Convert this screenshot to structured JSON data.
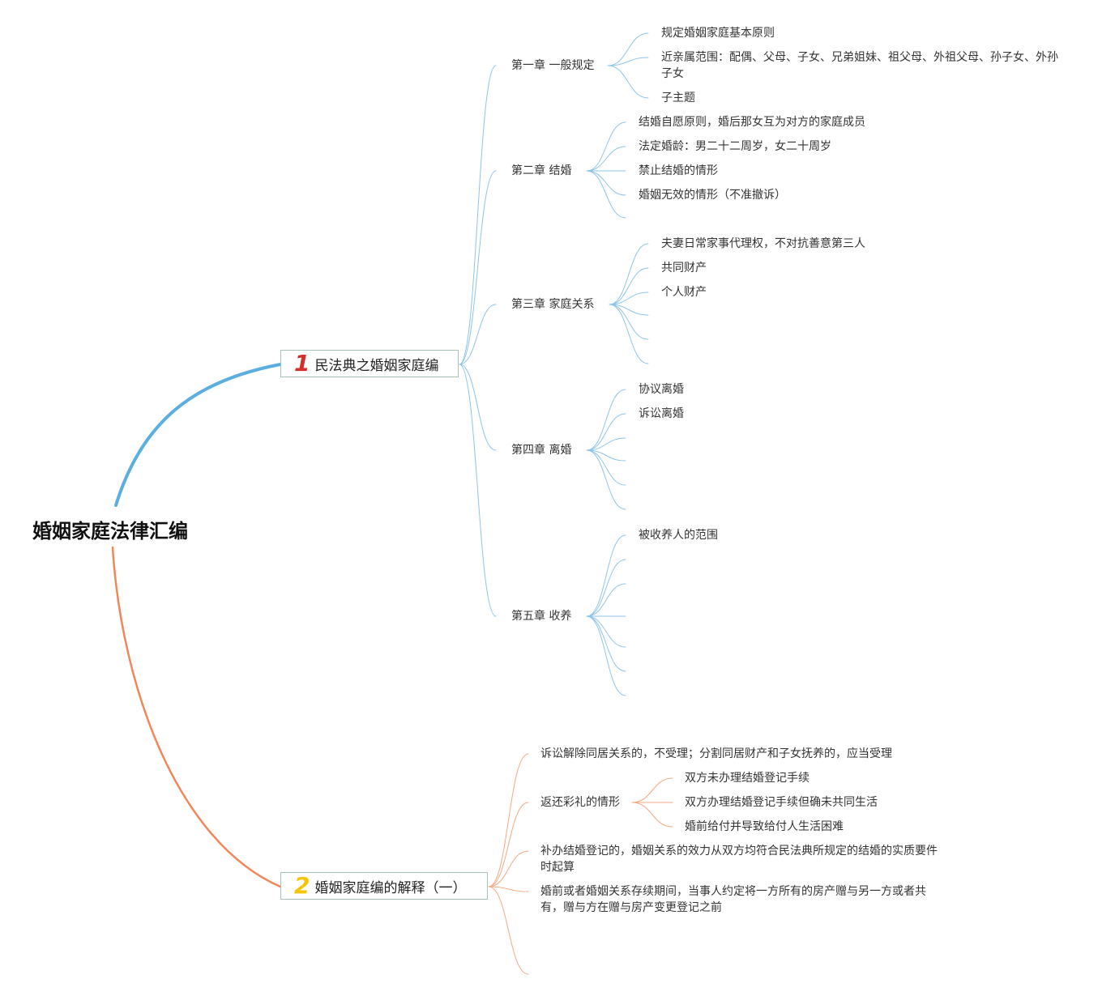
{
  "colors": {
    "blue": "#5aaee0",
    "blue_light": "#8ec5e8",
    "orange": "#f0875a",
    "orange_light": "#f3a986"
  },
  "root": {
    "title": "婚姻家庭法律汇编"
  },
  "branches": [
    {
      "badge": "1",
      "badge_color": "#d32f2f",
      "title": "民法典之婚姻家庭编",
      "chapters": [
        {
          "title": "第一章  一般规定",
          "items": [
            "规定婚姻家庭基本原则",
            "近亲属范围：配偶、父母、子女、兄弟姐妹、祖父母、外祖父母、孙子女、外孙子女",
            "子主题"
          ]
        },
        {
          "title": "第二章  结婚",
          "items": [
            "结婚自愿原则，婚后那女互为对方的家庭成员",
            "法定婚龄：男二十二周岁，女二十周岁",
            "禁止结婚的情形",
            "婚姻无效的情形（不准撤诉）",
            ""
          ]
        },
        {
          "title": "第三章  家庭关系",
          "items": [
            "夫妻日常家事代理权，不对抗善意第三人",
            "共同财产",
            "个人财产",
            "",
            "",
            ""
          ]
        },
        {
          "title": "第四章  离婚",
          "items": [
            "协议离婚",
            "诉讼离婚",
            "",
            "",
            "",
            ""
          ]
        },
        {
          "title": "第五章  收养",
          "items": [
            "被收养人的范围",
            "",
            "",
            "",
            "",
            "",
            ""
          ]
        }
      ]
    },
    {
      "badge": "2",
      "badge_color": "#f5c400",
      "title": "婚姻家庭编的解释（一）",
      "chapters": [
        {
          "title": "诉讼解除同居关系的，不受理；分割同居财产和子女抚养的，应当受理",
          "items": []
        },
        {
          "title": "返还彩礼的情形",
          "items": [
            "双方未办理结婚登记手续",
            "双方办理结婚登记手续但确未共同生活",
            "婚前给付并导致给付人生活困难"
          ]
        },
        {
          "title": "补办结婚登记的，婚姻关系的效力从双方均符合民法典所规定的结婚的实质要件时起算",
          "items": []
        },
        {
          "title": "婚前或者婚姻关系存续期间，当事人约定将一方所有的房产赠与另一方或者共有，赠与方在赠与房产变更登记之前",
          "items": []
        },
        {
          "title": "",
          "items": []
        }
      ]
    }
  ]
}
